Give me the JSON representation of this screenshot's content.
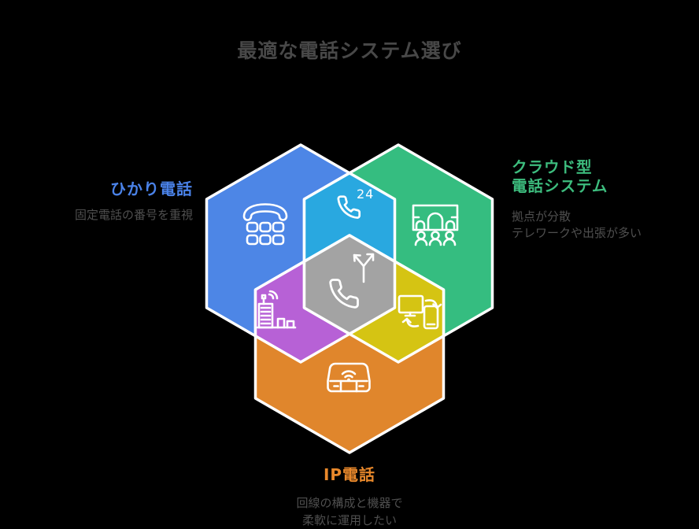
{
  "title": "最適な電話システム選び",
  "colors": {
    "background": "#000000",
    "title_text": "#484848",
    "desc_text": "#4f4f4f",
    "stroke_white": "#ffffff",
    "hikari_blue": "#4d86e6",
    "cloud_green": "#35bd80",
    "ip_orange": "#e0862c",
    "overlap_cyan": "#29a8e0",
    "overlap_purple": "#b761d6",
    "overlap_yellow": "#d5c413",
    "center_gray": "#a3a3a3",
    "hikari_label": "#4a82e8",
    "cloud_label": "#3dbd7e",
    "ip_label": "#e8882b"
  },
  "segments": {
    "hikari": {
      "label": "ひかり電話",
      "desc": "固定電話の番号を重視",
      "icon": "desk-phone-icon"
    },
    "cloud": {
      "label_lines": [
        "クラウド型",
        "電話システム"
      ],
      "desc_lines": [
        "拠点が分散",
        "テレワークや出張が多い"
      ],
      "icon": "video-conference-icon"
    },
    "ip": {
      "label": "IP電話",
      "desc_lines": [
        "回線の構成と機器で",
        "柔軟に運用したい"
      ],
      "icon": "router-icon"
    },
    "overlap_hikari_cloud": {
      "badge": "24",
      "icon": "phone-24h-icon"
    },
    "overlap_hikari_ip": {
      "icon": "office-building-antenna-icon"
    },
    "overlap_cloud_ip": {
      "icon": "device-sync-icon"
    },
    "center": {
      "icon": "call-routing-icon"
    }
  }
}
